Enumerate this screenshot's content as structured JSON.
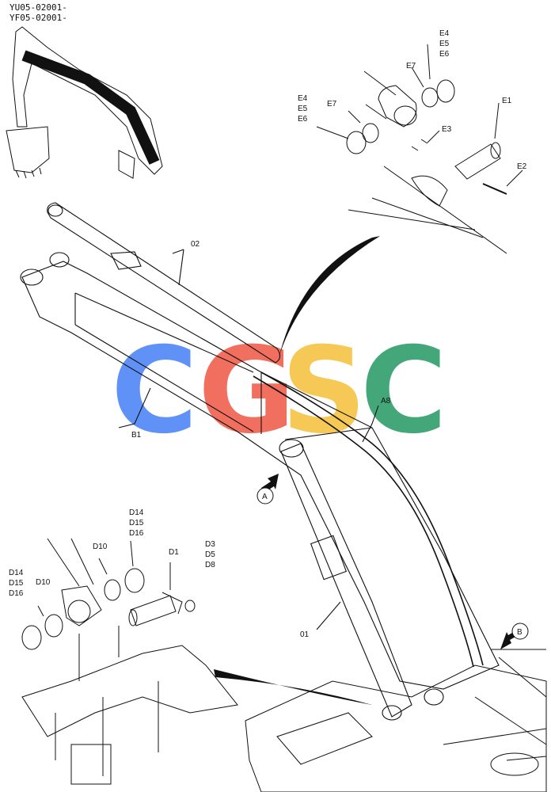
{
  "header": {
    "serial_1": "YU05-02001-",
    "serial_2": "YF05-02001-"
  },
  "callouts": {
    "e4": "E4",
    "e5": "E5",
    "e6": "E6",
    "e7": "E7",
    "e4b": "E4",
    "e5b": "E5",
    "e6b": "E6",
    "e7b": "E7",
    "e3": "E3",
    "e1": "E1",
    "e2": "E2",
    "c02": "02",
    "b1": "B1",
    "a8": "A8",
    "d14": "D14",
    "d15": "D15",
    "d16": "D16",
    "d10": "D10",
    "d14b": "D14",
    "d15b": "D15",
    "d16b": "D16",
    "d10b": "D10",
    "d1": "D1",
    "d3": "D3",
    "d5": "D5",
    "d8": "D8",
    "c01": "01",
    "view_a": "A",
    "view_b": "B"
  },
  "watermark": {
    "letters": [
      "C",
      "G",
      "S",
      "C"
    ],
    "colors": [
      "#4f86f7",
      "#f0604d",
      "#f6c343",
      "#2f9e6b"
    ]
  }
}
